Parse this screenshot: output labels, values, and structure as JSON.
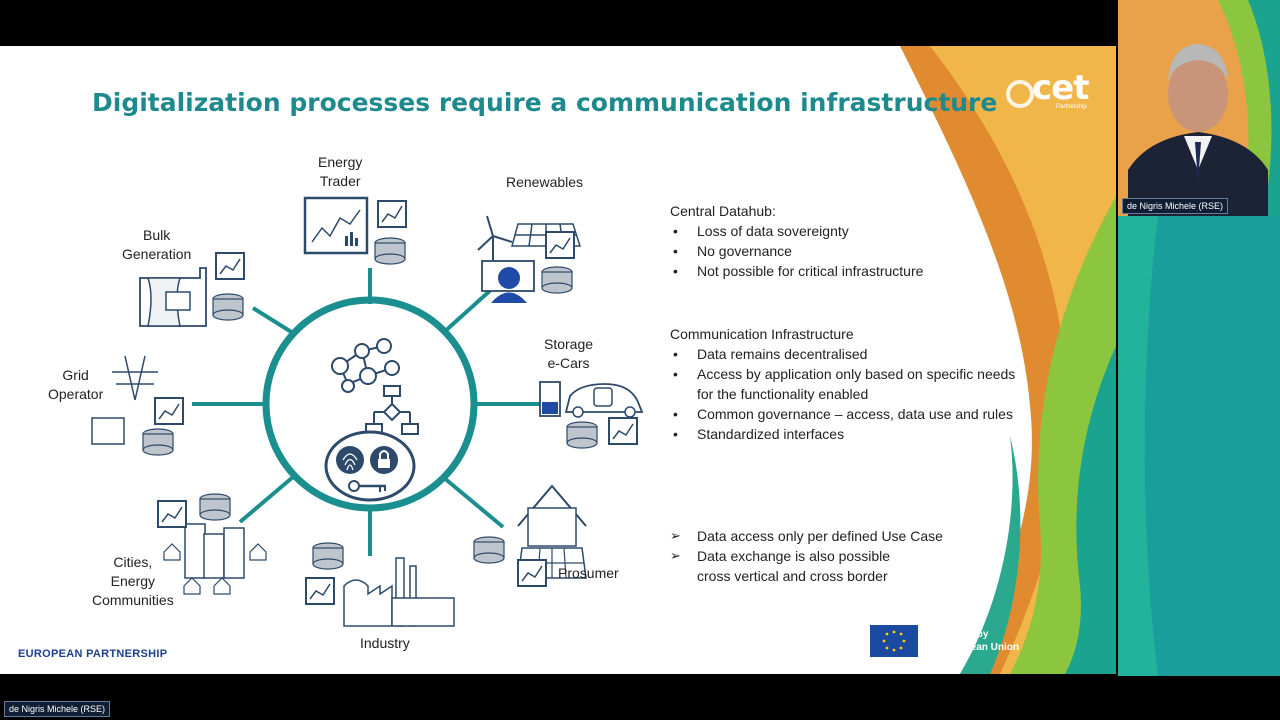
{
  "slide": {
    "title": "Digitalization processes require a communication infrastructure",
    "brand": {
      "logo_text": "cet",
      "logo_sub": "Partnership"
    },
    "nodes": {
      "energy_trader": [
        "Energy",
        "Trader"
      ],
      "renewables": [
        "Renewables"
      ],
      "bulk_generation": [
        "Bulk",
        "Generation"
      ],
      "storage": [
        "Storage",
        "e-Cars"
      ],
      "grid_operator": [
        "Grid",
        "Operator"
      ],
      "cities": [
        "Cities,",
        "Energy",
        "Communities"
      ],
      "prosumer": [
        "Prosumer"
      ],
      "industry": [
        "Industry"
      ]
    },
    "central_datahub": {
      "heading": "Central Datahub:",
      "items": [
        "Loss of data sovereignty",
        "No governance",
        "Not possible for critical infrastructure"
      ]
    },
    "communication_infrastructure": {
      "heading": "Communication Infrastructure",
      "items": [
        "Data remains decentralised",
        "Access by application only based on specific needs for the functionality enabled",
        "Common governance – access, data use and rules",
        "Standardized interfaces"
      ]
    },
    "conclusions": [
      "Data access only per defined Use Case",
      "Data exchange is also possible cross vertical and cross border"
    ],
    "footer": {
      "left": "EUROPEAN PARTNERSHIP",
      "eu": [
        "Co-funded by",
        "the European Union"
      ]
    }
  },
  "participants": {
    "speaker_tile_name": "de Nigris Michele (RSE)",
    "bottom_name": "de Nigris Michele (RSE)"
  },
  "colors": {
    "title": "#1f8a8d",
    "ring": "#1b8f8f",
    "icon": "#2d4a6a",
    "eu_blue": "#1c4aa0",
    "footer": "#1b3f8f"
  }
}
